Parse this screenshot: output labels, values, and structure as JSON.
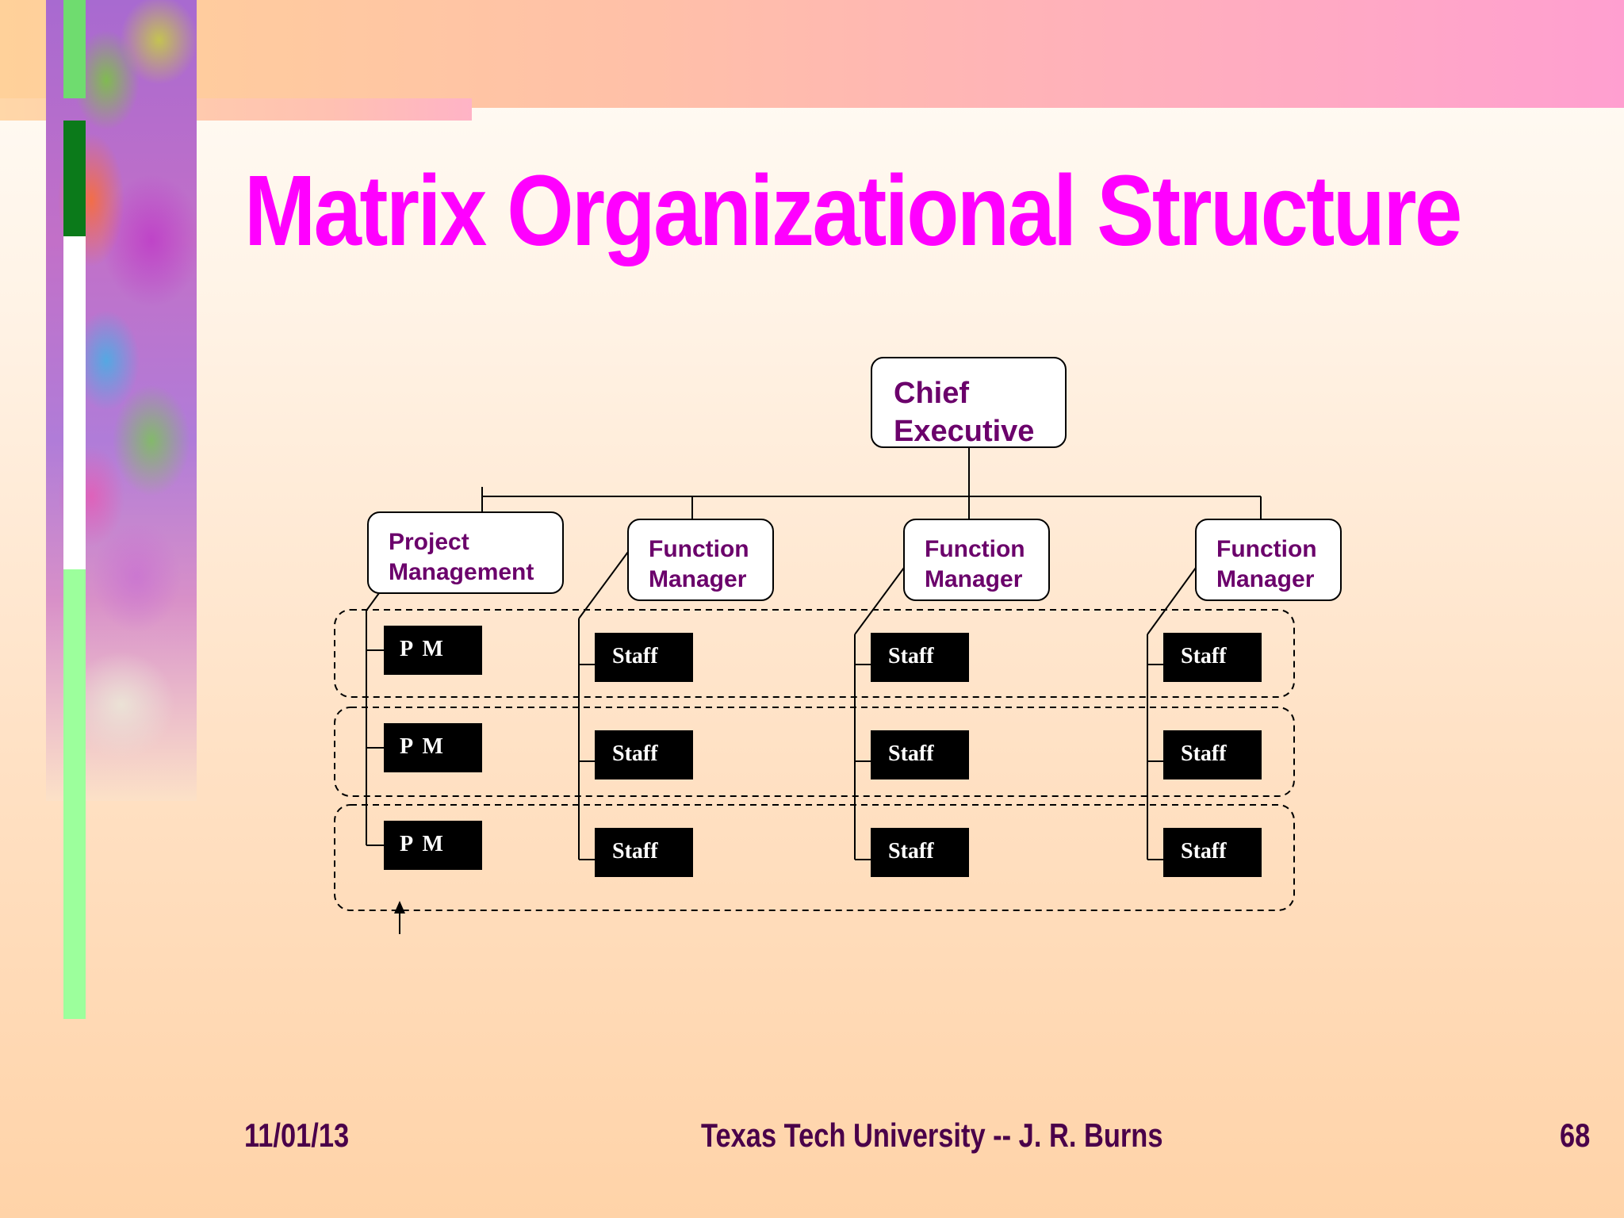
{
  "slide": {
    "title": "Matrix Organizational Structure"
  },
  "diagram": {
    "chief": {
      "line1": "Chief",
      "line2": "Executive"
    },
    "project_management": {
      "line1": "Project",
      "line2": "Management"
    },
    "function_managers": [
      {
        "line1": "Function",
        "line2": "Manager"
      },
      {
        "line1": "Function",
        "line2": "Manager"
      },
      {
        "line1": "Function",
        "line2": "Manager"
      }
    ],
    "pm_label": "P M",
    "staff_label": "Staff"
  },
  "footer": {
    "date": "11/01/13",
    "center": "Texas Tech University -- J. R. Burns",
    "page": "68"
  }
}
